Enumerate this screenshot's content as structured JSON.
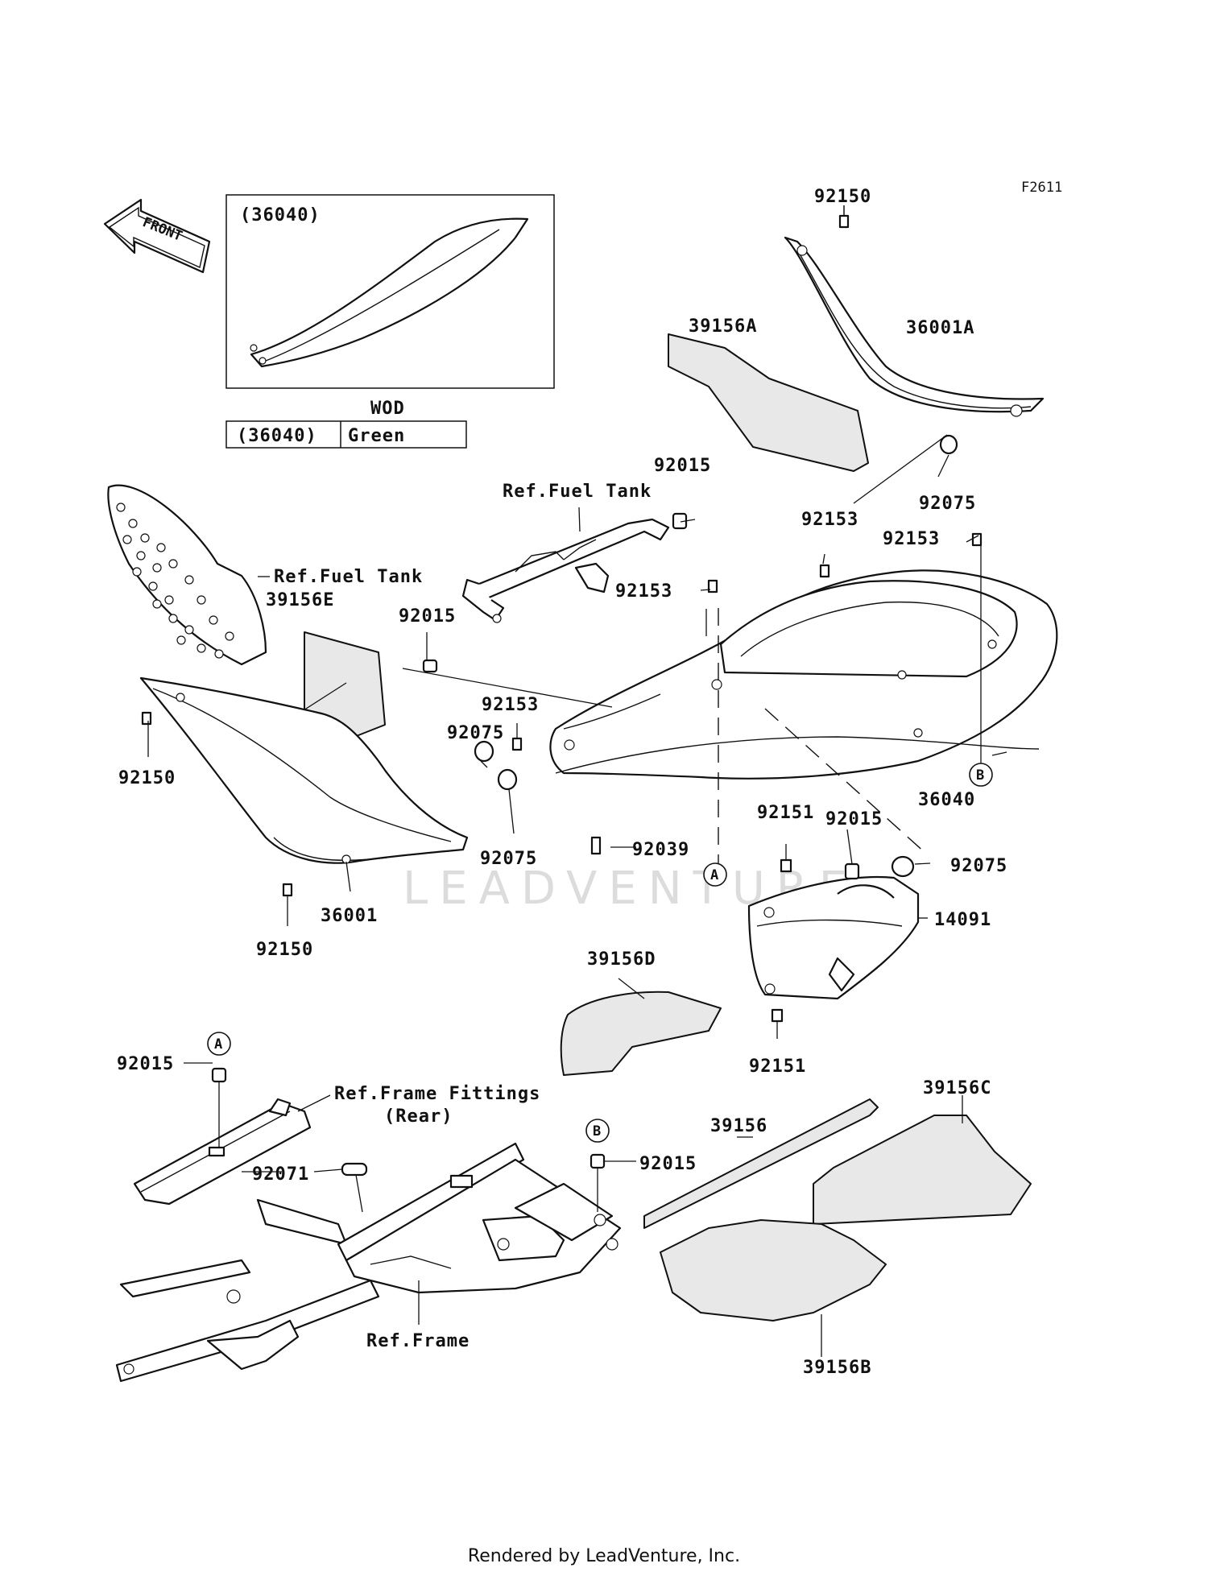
{
  "figure_code": "F2611",
  "front_arrow_label": "FRONT",
  "inset": {
    "part_label": "(36040)"
  },
  "color_table": {
    "header": "WOD",
    "rows": [
      {
        "part": "(36040)",
        "color": "Green"
      }
    ]
  },
  "callouts": {
    "c_92150_top": "92150",
    "c_39156A": "39156A",
    "c_36001A": "36001A",
    "c_92075_top": "92075",
    "c_92015_top": "92015",
    "c_ref_fuel_tank_top": "Ref.Fuel Tank",
    "c_92153_right": "92153",
    "c_92153_rightmost": "92153",
    "c_92153_mid": "92153",
    "c_ref_fuel_tank_left": "Ref.Fuel Tank",
    "c_39156E": "39156E",
    "c_92015_left": "92015",
    "c_92153_lower": "92153",
    "c_92075_left": "92075",
    "c_92150_left": "92150",
    "c_92075_low": "92075",
    "c_92039": "92039",
    "c_36040": "36040",
    "c_92151_top": "92151",
    "c_92015_mid": "92015",
    "c_92075_right": "92075",
    "c_14091": "14091",
    "c_36001": "36001",
    "c_92150_bottom": "92150",
    "c_39156D": "39156D",
    "c_92151_bottom": "92151",
    "c_92015_frame": "92015",
    "c_ref_frame_fittings": "Ref.Frame Fittings",
    "c_rear": "(Rear)",
    "c_92071": "92071",
    "c_92015_b": "92015",
    "c_39156": "39156",
    "c_39156C": "39156C",
    "c_39156B": "39156B",
    "c_ref_frame": "Ref.Frame"
  },
  "markers": {
    "A": "A",
    "B": "B"
  },
  "watermark": "LEADVENTURE",
  "footer": "Rendered by LeadVenture, Inc."
}
